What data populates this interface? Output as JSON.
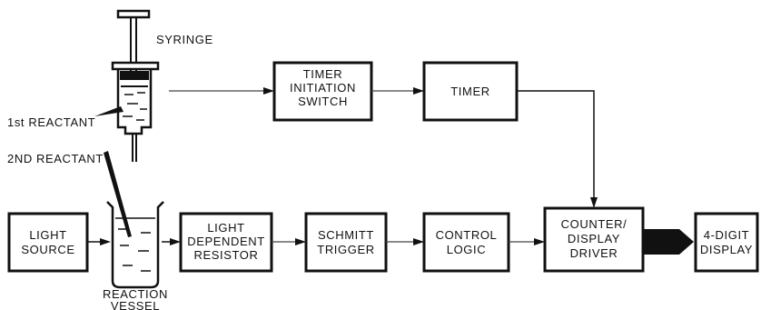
{
  "labels": {
    "syringe": "SYRINGE",
    "reactant1": "1st REACTANT",
    "reactant2": "2ND REACTANT",
    "reaction_vessel": [
      "REACTION",
      "VESSEL"
    ]
  },
  "blocks": {
    "timer_switch": [
      "TIMER",
      "INITIATION",
      "SWITCH"
    ],
    "timer": [
      "TIMER"
    ],
    "light_source": [
      "LIGHT",
      "SOURCE"
    ],
    "ldr": [
      "LIGHT",
      "DEPENDENT",
      "RESISTOR"
    ],
    "schmitt": [
      "SCHMITT",
      "TRIGGER"
    ],
    "control_logic": [
      "CONTROL",
      "LOGIC"
    ],
    "counter_driver": [
      "COUNTER/",
      "DISPLAY",
      "DRIVER"
    ],
    "display": [
      "4-DIGIT",
      "DISPLAY"
    ]
  }
}
